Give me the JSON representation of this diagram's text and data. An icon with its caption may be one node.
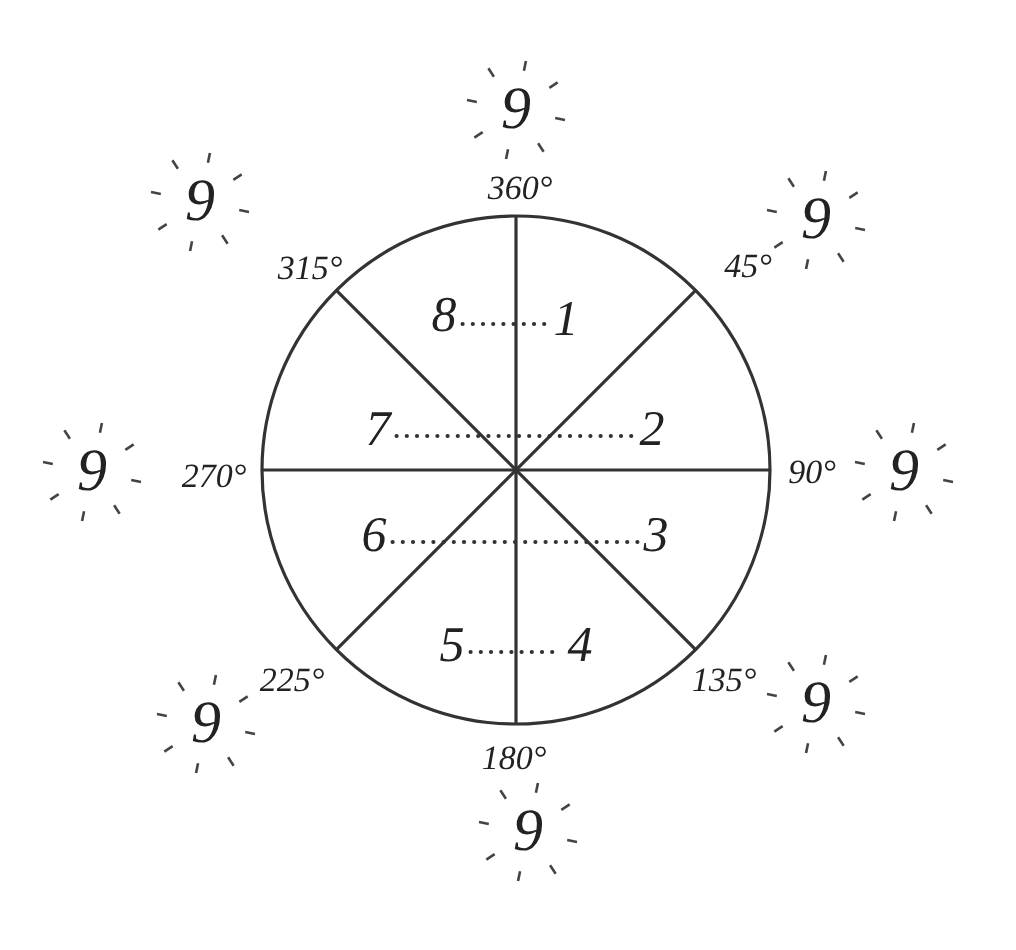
{
  "diagram": {
    "nodes": [
      {
        "text": [
          "8"
        ]
      },
      {
        "text": [
          "1"
        ]
      },
      {
        "text": [
          "7"
        ]
      },
      {
        "text": [
          "2"
        ]
      },
      {
        "text": [
          "6"
        ]
      },
      {
        "text": [
          "3"
        ]
      },
      {
        "text": [
          "5"
        ]
      },
      {
        "text": [
          "4"
        ]
      }
    ],
    "edges": [
      {
        "from": 0,
        "to": 1,
        "arrow": "none",
        "style": "dashed"
      },
      {
        "from": 2,
        "to": 3,
        "arrow": "none",
        "style": "dashed"
      },
      {
        "from": 4,
        "to": 5,
        "arrow": "none",
        "style": "dashed"
      },
      {
        "from": 6,
        "to": 7,
        "arrow": "none",
        "style": "dashed"
      }
    ],
    "labels": [
      "9",
      "360°",
      "9",
      "9",
      "45°",
      "315°",
      "9",
      "270°",
      "90°",
      "9",
      "225°",
      "135°",
      "9",
      "9",
      "180°",
      "9"
    ]
  }
}
